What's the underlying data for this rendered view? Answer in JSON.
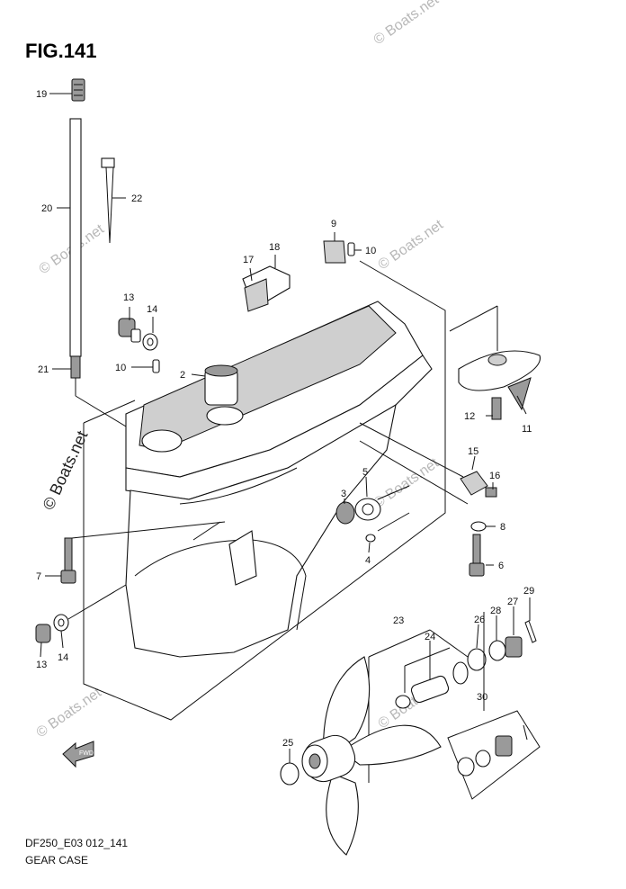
{
  "figure": {
    "title": "FIG.141"
  },
  "footer": {
    "code": "DF250_E03 012_141",
    "name": "GEAR CASE"
  },
  "watermark": "© Boats.net",
  "fwd_label": "FWD",
  "callouts": {
    "c2": "2",
    "c3": "3",
    "c4": "4",
    "c5": "5",
    "c6": "6",
    "c7": "7",
    "c8": "8",
    "c9": "9",
    "c10a": "10",
    "c10b": "10",
    "c11": "11",
    "c12": "12",
    "c13a": "13",
    "c13b": "13",
    "c14a": "14",
    "c14b": "14",
    "c15": "15",
    "c16": "16",
    "c17": "17",
    "c18": "18",
    "c19": "19",
    "c20": "20",
    "c21": "21",
    "c22": "22",
    "c23": "23",
    "c24": "24",
    "c25": "25",
    "c26": "26",
    "c27": "27",
    "c28": "28",
    "c29": "29",
    "c30": "30"
  }
}
